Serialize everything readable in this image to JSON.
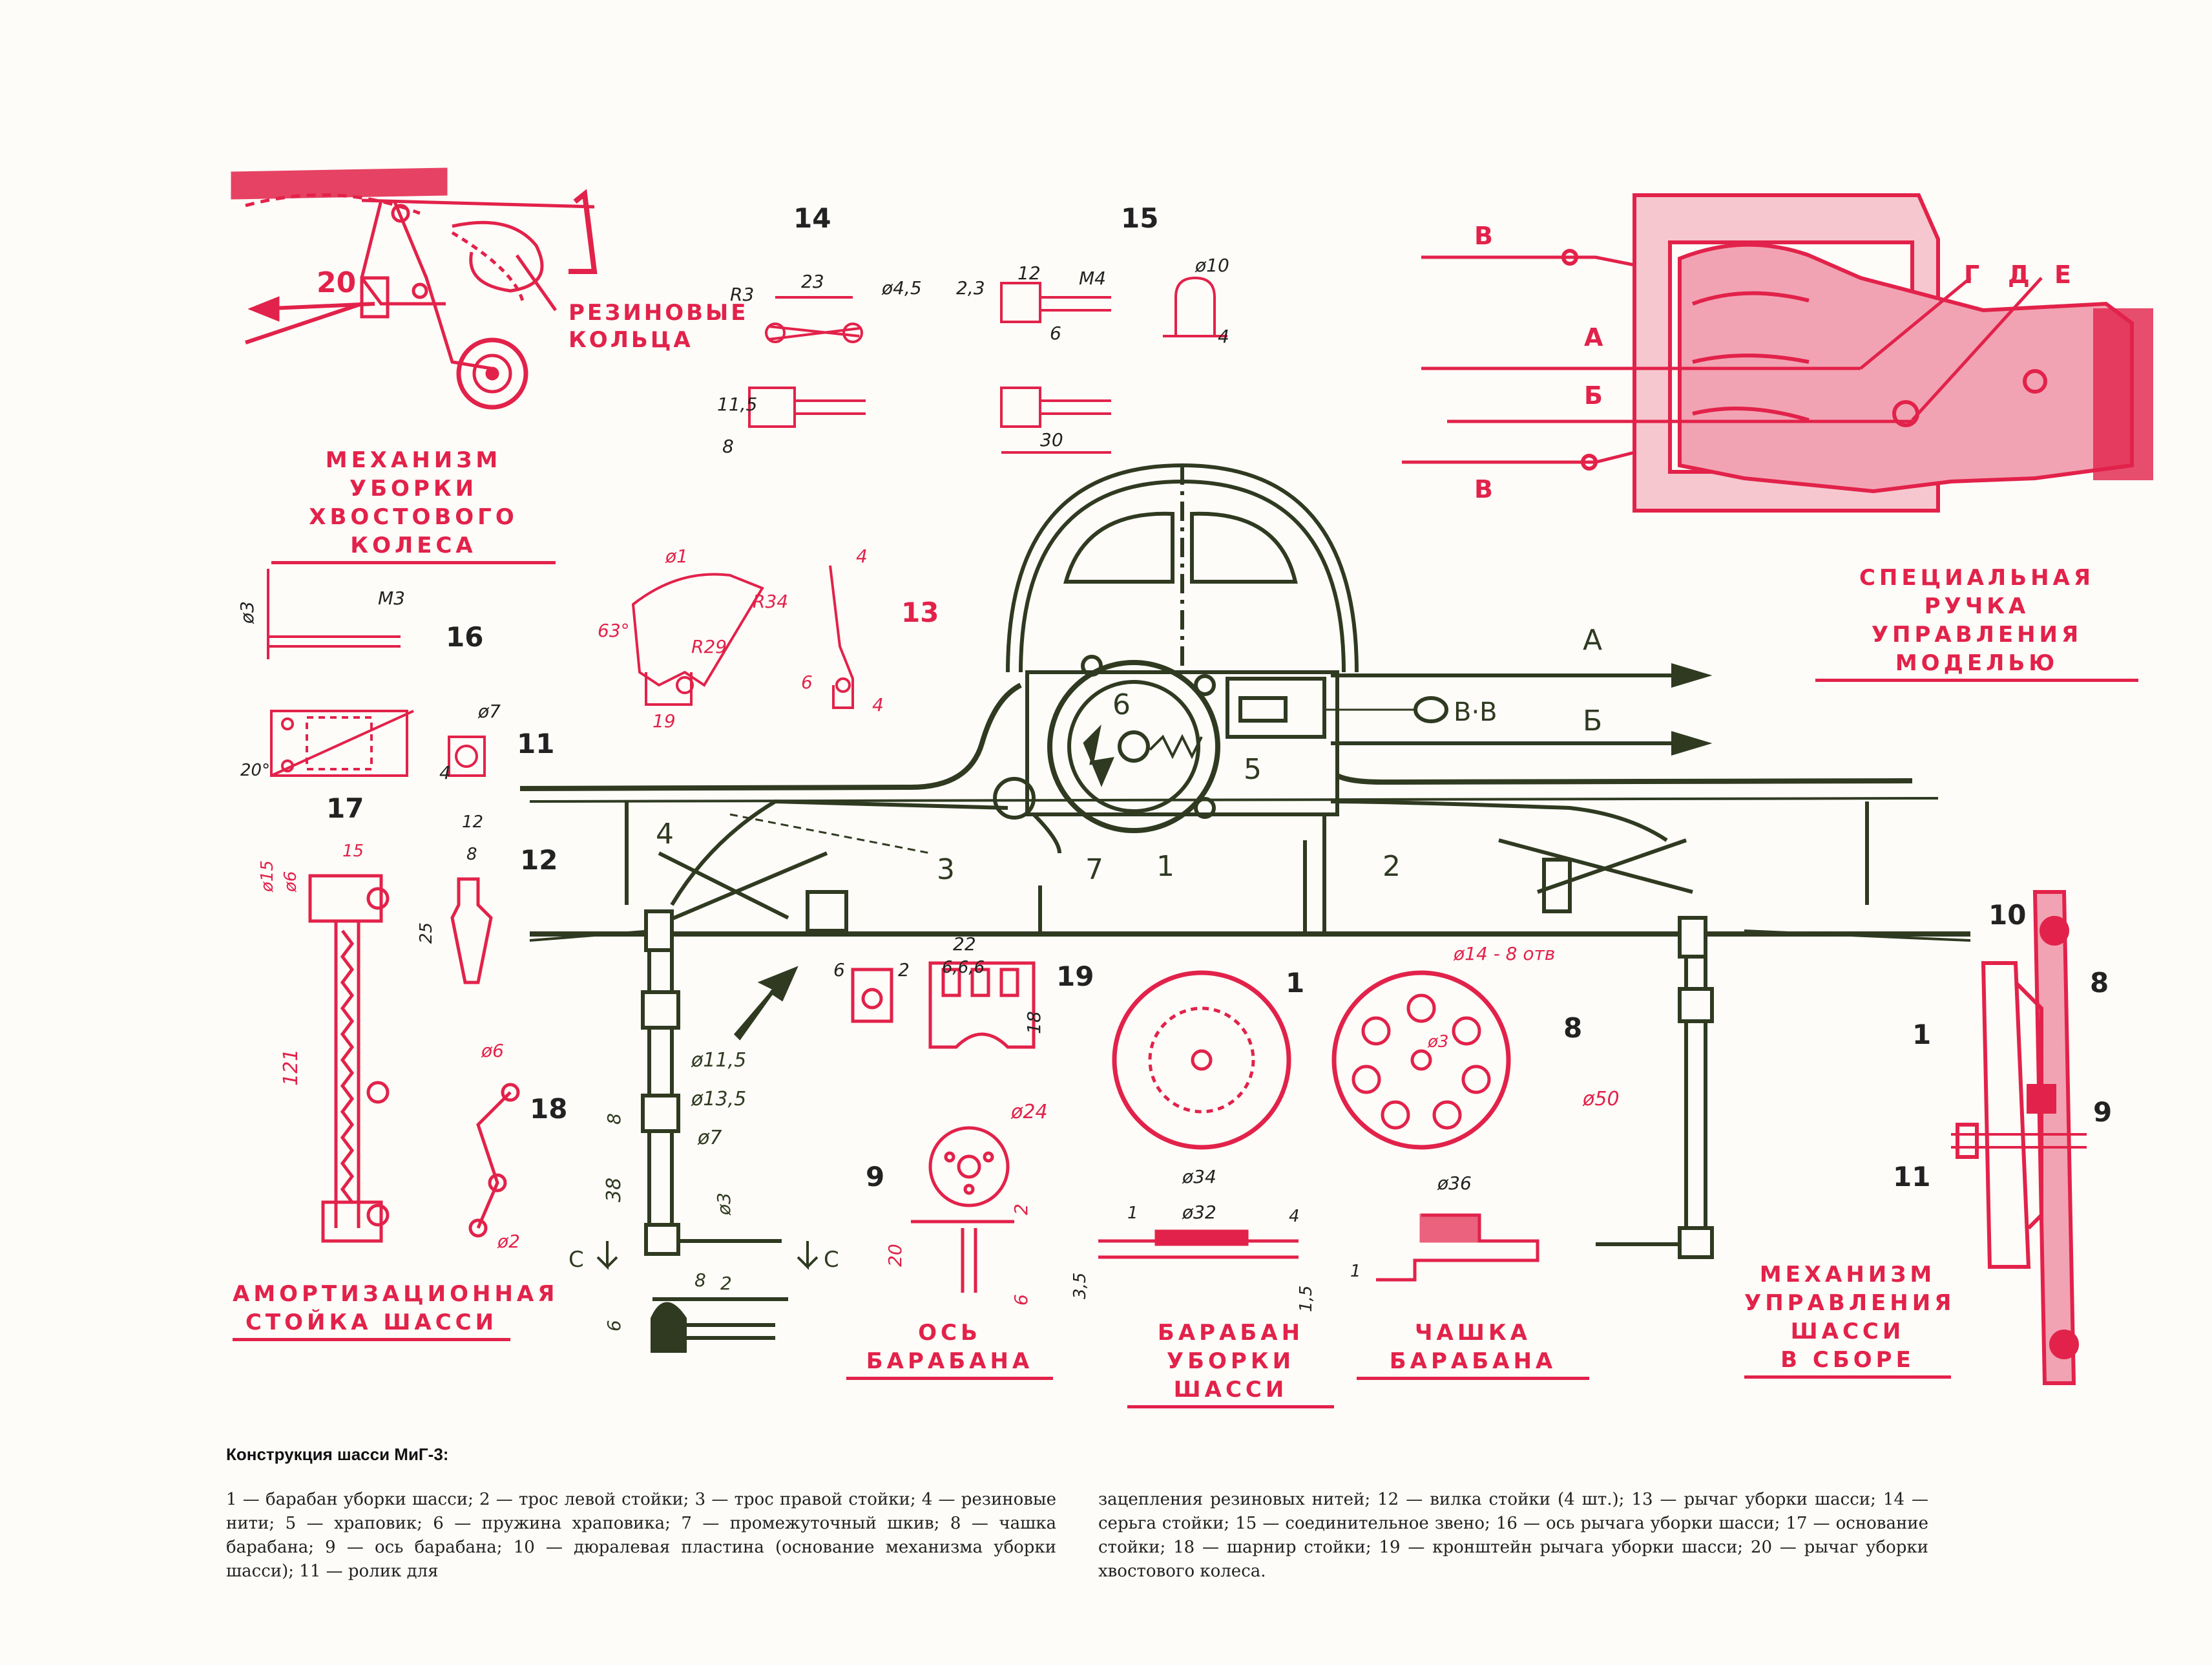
{
  "colors": {
    "red": "#e2224a",
    "green": "#2f3a21",
    "paper": "#fdfcf8"
  },
  "titles": {
    "tail_mechanism": [
      "МЕХАНИЗМ УБОРКИ",
      "ХВОСТОВОГО КОЛЕСА"
    ],
    "rubber_rings": [
      "РЕЗИНОВЫЕ",
      "КОЛЬЦА"
    ],
    "special_handle": [
      "СПЕЦИАЛЬНАЯ РУЧКА",
      "УПРАВЛЕНИЯ МОДЕЛЬЮ"
    ],
    "shock_strut": [
      "АМОРТИЗАЦИОННАЯ",
      "СТОЙКА ШАССИ"
    ],
    "drum_axle": [
      "ОСЬ БАРАБАНА"
    ],
    "retract_drum": [
      "БАРАБАН",
      "УБОРКИ ШАССИ"
    ],
    "drum_cup": [
      "ЧАШКА БАРАБАНА"
    ],
    "assembly": [
      "МЕХАНИЗМ",
      "УПРАВЛЕНИЯ",
      "ШАССИ",
      "В СБОРЕ"
    ]
  },
  "part_numbers": {
    "n20": "20",
    "n14": "14",
    "n15": "15",
    "n16": "16",
    "n13": "13",
    "n11": "11",
    "n17": "17",
    "n12": "12",
    "n18": "18",
    "n19": "19",
    "n9": "9",
    "n1": "1",
    "n8": "8",
    "asm10": "10",
    "asm8": "8",
    "asm1": "1",
    "asm9": "9",
    "asm11": "11",
    "main1": "1",
    "main2": "2",
    "main3": "3",
    "main4": "4",
    "main5": "5",
    "main6": "6",
    "main7": "7"
  },
  "cables": {
    "A": "А",
    "B": "Б",
    "V": "В",
    "G": "Г",
    "D": "Д",
    "E": "Е",
    "VV": "В·В",
    "C": "С"
  },
  "dimensions": {
    "p14_r3": "R3",
    "p14_23": "23",
    "p14_d45": "ø4,5",
    "p14_115": "11,5",
    "p14_8": "8",
    "p15_23": "2,3",
    "p15_12": "12",
    "p15_m4": "M4",
    "p15_6": "6",
    "p15_30": "30",
    "d10": "ø10",
    "d10_4": "4",
    "p16_d3": "ø3",
    "p16_m3": "M3",
    "p13_d1": "ø1",
    "p13_r34": "R34",
    "p13_r29": "R29",
    "p13_63": "63°",
    "p13_19": "19",
    "p13b_4": "4",
    "p13b_6": "6",
    "p13b_4b": "4",
    "p17_20": "20°",
    "p11_d7": "ø7",
    "p11_4": "4",
    "p12_12": "12",
    "p12_8": "8",
    "p12_25": "25",
    "strut_d15": "ø15",
    "strut_d6": "ø6",
    "strut_15": "15",
    "strut_121": "121",
    "p18_d6": "ø6",
    "p18_d2": "ø2",
    "leg_d115": "ø11,5",
    "leg_d135": "ø13,5",
    "leg_d7": "ø7",
    "leg_8": "8",
    "leg_38": "38",
    "leg_d3": "ø3",
    "leg_8b": "8",
    "leg_2": "2",
    "leg_6": "6",
    "p19_6": "6",
    "p19_2": "2",
    "p19_22": "22",
    "p19_666": "6,6,6",
    "p19_18": "18",
    "drum_d148": "ø14 - 8 отв",
    "drum_d3": "ø3",
    "drum_d50": "ø50",
    "axle_d24": "ø24",
    "axle_20": "20",
    "axle_2": "2",
    "axle_6": "6",
    "dr_d34": "ø34",
    "dr_d32": "ø32",
    "dr_1": "1",
    "dr_35": "3,5",
    "dr_4": "4",
    "dr_15": "1,5",
    "cup_d36": "ø36",
    "cup_1": "1"
  },
  "caption": {
    "title": "Конструкция шасси МиГ-3:",
    "left": "1 — барабан уборки шасси; 2 — трос левой стойки; 3 — трос правой стойки; 4 — резиновые нити; 5 — храповик; 6 — пружина храповика; 7 — промежуточный шкив; 8 — чашка барабана; 9 — ось барабана; 10 — дюралевая пластина (основание механизма уборки шасси); 11 — ролик для",
    "right": "зацепления резиновых нитей; 12 — вилка стойки (4 шт.); 13 — рычаг уборки шасси; 14 — серьга стойки; 15 — соединительное звено; 16 — ось рычага уборки шасси; 17 — основание стойки; 18 — шарнир стойки; 19 — кронштейн рычага уборки шасси; 20 — рычаг уборки хвостового колеса."
  }
}
